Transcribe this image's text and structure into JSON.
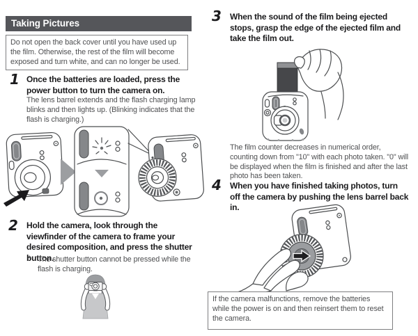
{
  "document": {
    "title": "Taking Pictures"
  },
  "warnings": {
    "top": "Do not open the back cover until you have used up the film. Otherwise, the rest of the film will become exposed and turn white, and can no longer be used.",
    "bottom": "If the camera malfunctions, remove the batteries while the power is on and then reinsert them to reset the camera."
  },
  "steps": [
    {
      "number": "1",
      "heading": "Once the batteries are loaded, press the power button to turn the camera on.",
      "body": "The lens barrel extends and the flash charging lamp blinks and then lights up. (Blinking indicates that the flash is charging.)"
    },
    {
      "number": "2",
      "heading": "Hold the camera, look through the viewfinder of the camera to frame your desired composition, and press the shutter button.",
      "footnote_marker": "*",
      "footnote": "The shutter button cannot be pressed while the flash is charging."
    },
    {
      "number": "3",
      "heading": "When the sound of the film being ejected stops, grasp the edge of the ejected film and take the film out.",
      "body": "The film counter decreases in numerical order, counting down from \"10\" with each photo taken. \"0\" will be displayed when the film is finished and after the last photo has been taken."
    },
    {
      "number": "4",
      "heading": "When you have finished taking photos, turn off the camera by pushing the lens barrel back in."
    }
  ],
  "colors": {
    "header_bg": "#55565a",
    "header_text": "#ffffff",
    "box_border": "#7e7e80",
    "heading_text": "#1b1b1d",
    "body_text": "#4e4f51",
    "line_art": "#4b4d4f",
    "art_gray": "#9c9ea1",
    "film_dark": "#46474a"
  }
}
